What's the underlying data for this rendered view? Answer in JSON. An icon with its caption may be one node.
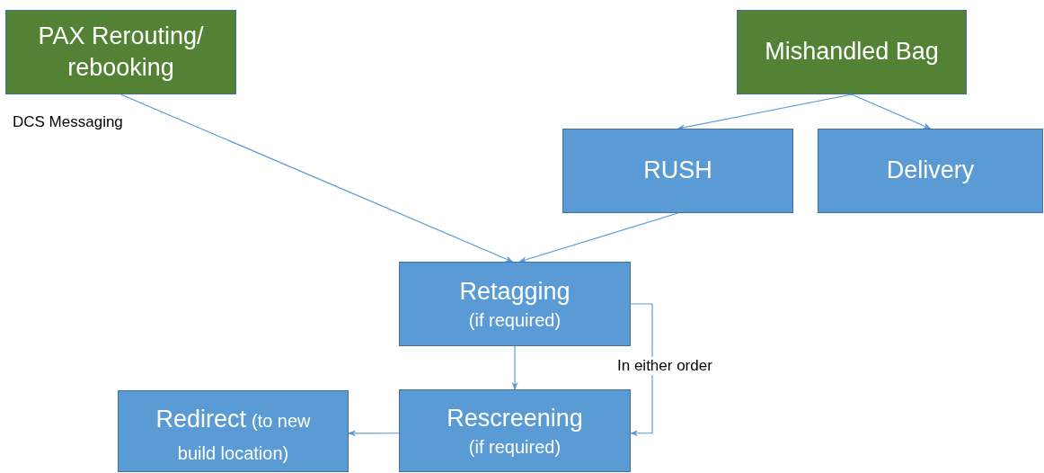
{
  "diagram": {
    "nodes": [
      {
        "text": [
          "PAX Rerouting/ rebooking"
        ],
        "beside": [
          "DCS Messaging"
        ]
      },
      {
        "text": [
          "Mishandled Bag"
        ]
      },
      {
        "text": [
          "RUSH"
        ]
      },
      {
        "text": [
          "Delivery"
        ]
      },
      {
        "text": [
          "Retagging",
          "(if required)"
        ]
      },
      {
        "text": [
          "Rescreening",
          "(if required)"
        ]
      },
      {
        "text": [
          "Redirect",
          "(to new build location)"
        ]
      }
    ],
    "edges": [
      {
        "from": 0,
        "to": 4,
        "arrow": "to"
      },
      {
        "from": 1,
        "to": 2,
        "arrow": "to"
      },
      {
        "from": 1,
        "to": 3,
        "arrow": "to"
      },
      {
        "from": 2,
        "to": 4,
        "arrow": "to"
      },
      {
        "from": 4,
        "to": 5,
        "arrow": "to"
      },
      {
        "from": 4,
        "to": 5,
        "arrow": "to",
        "label": "In either order"
      },
      {
        "from": 5,
        "to": 6,
        "arrow": "to"
      }
    ]
  }
}
